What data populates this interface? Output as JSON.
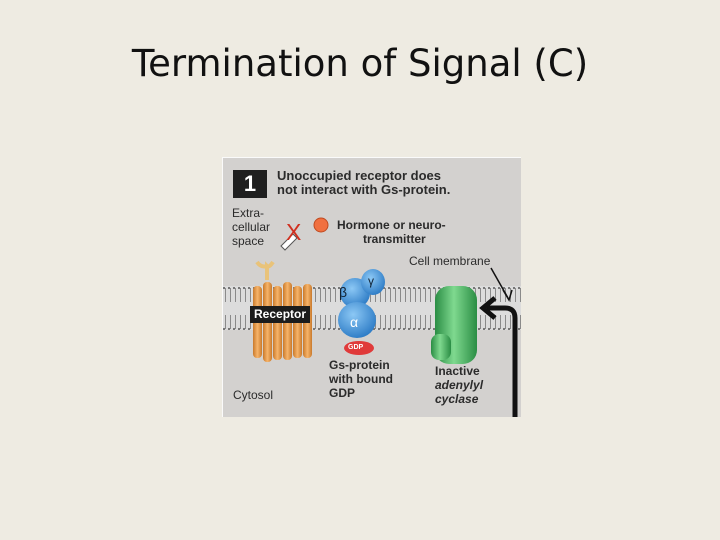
{
  "slide": {
    "title": "Termination of Signal (C)"
  },
  "figure": {
    "step_number": "1",
    "heading_line1": "Unoccupied receptor does",
    "heading_line2": "not interact with Gs-protein.",
    "extracellular_line1": "Extra-",
    "extracellular_line2": "cellular",
    "extracellular_line3": "space",
    "no_interaction_mark": "X",
    "hormone_line1": "Hormone or neuro-",
    "hormone_line2": "transmitter",
    "cell_membrane": "Cell membrane",
    "receptor": "Receptor",
    "beta": "β",
    "gamma": "γ",
    "alpha": "α",
    "gdp_badge": "GDP",
    "gprotein_line1": "Gs-protein",
    "gprotein_line2": "with bound",
    "gprotein_line3": "GDP",
    "cyclase_line1": "Inactive",
    "cyclase_line2": "adenylyl",
    "cyclase_line3": "cyclase",
    "cytosol": "Cytosol"
  },
  "colors": {
    "background": "#eeebe2",
    "panel": "#d3d1cf",
    "receptor_orange": "#f0a050",
    "gprotein_blue": "#3a8fd8",
    "gdp_red": "#e03a3a",
    "cyclase_green": "#3cb058",
    "hormone_orange": "#f07040",
    "x_red": "#d03020"
  }
}
